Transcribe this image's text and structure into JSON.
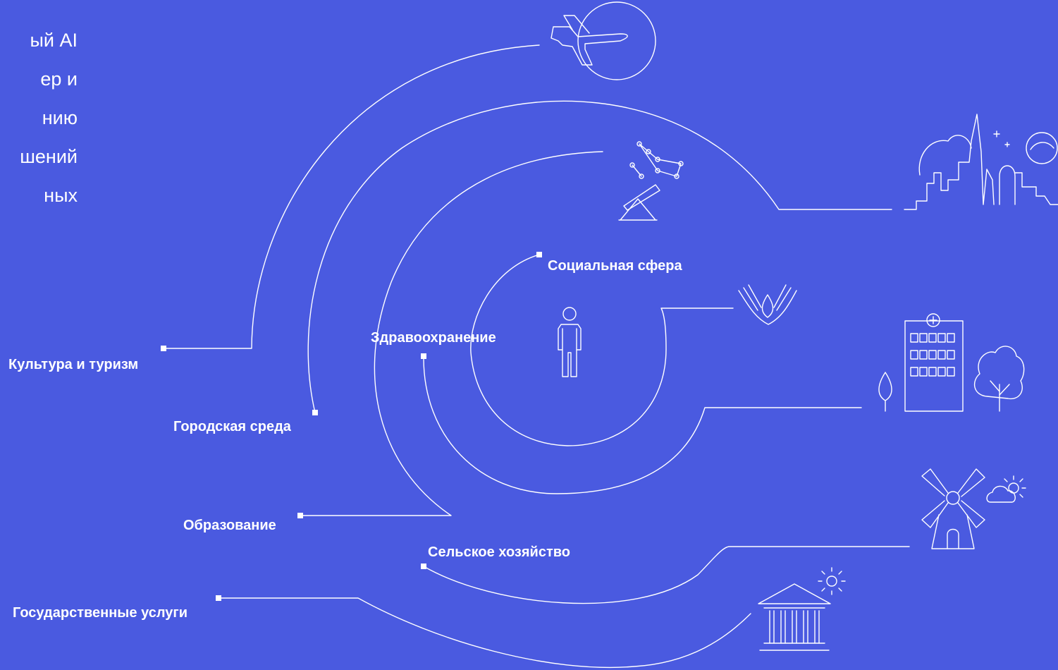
{
  "intro_lines": [
    "ый AI",
    "ер и",
    "нию",
    "шений",
    "ных"
  ],
  "labels": {
    "culture": "Культура и туризм",
    "urban": "Городская среда",
    "education": "Образование",
    "agriculture": "Сельское хозяйство",
    "gov_services": "Государственные услуги",
    "healthcare": "Здравоохранение",
    "social": "Социальная сфера"
  },
  "colors": {
    "background": "#4a5ae0",
    "line": "#ffffff"
  },
  "icons": [
    "airplane-sun-icon",
    "city-skyline-icon",
    "telescope-constellation-icon",
    "caring-hands-icon",
    "hospital-trees-icon",
    "windmill-weather-icon",
    "government-building-icon",
    "person-icon"
  ]
}
